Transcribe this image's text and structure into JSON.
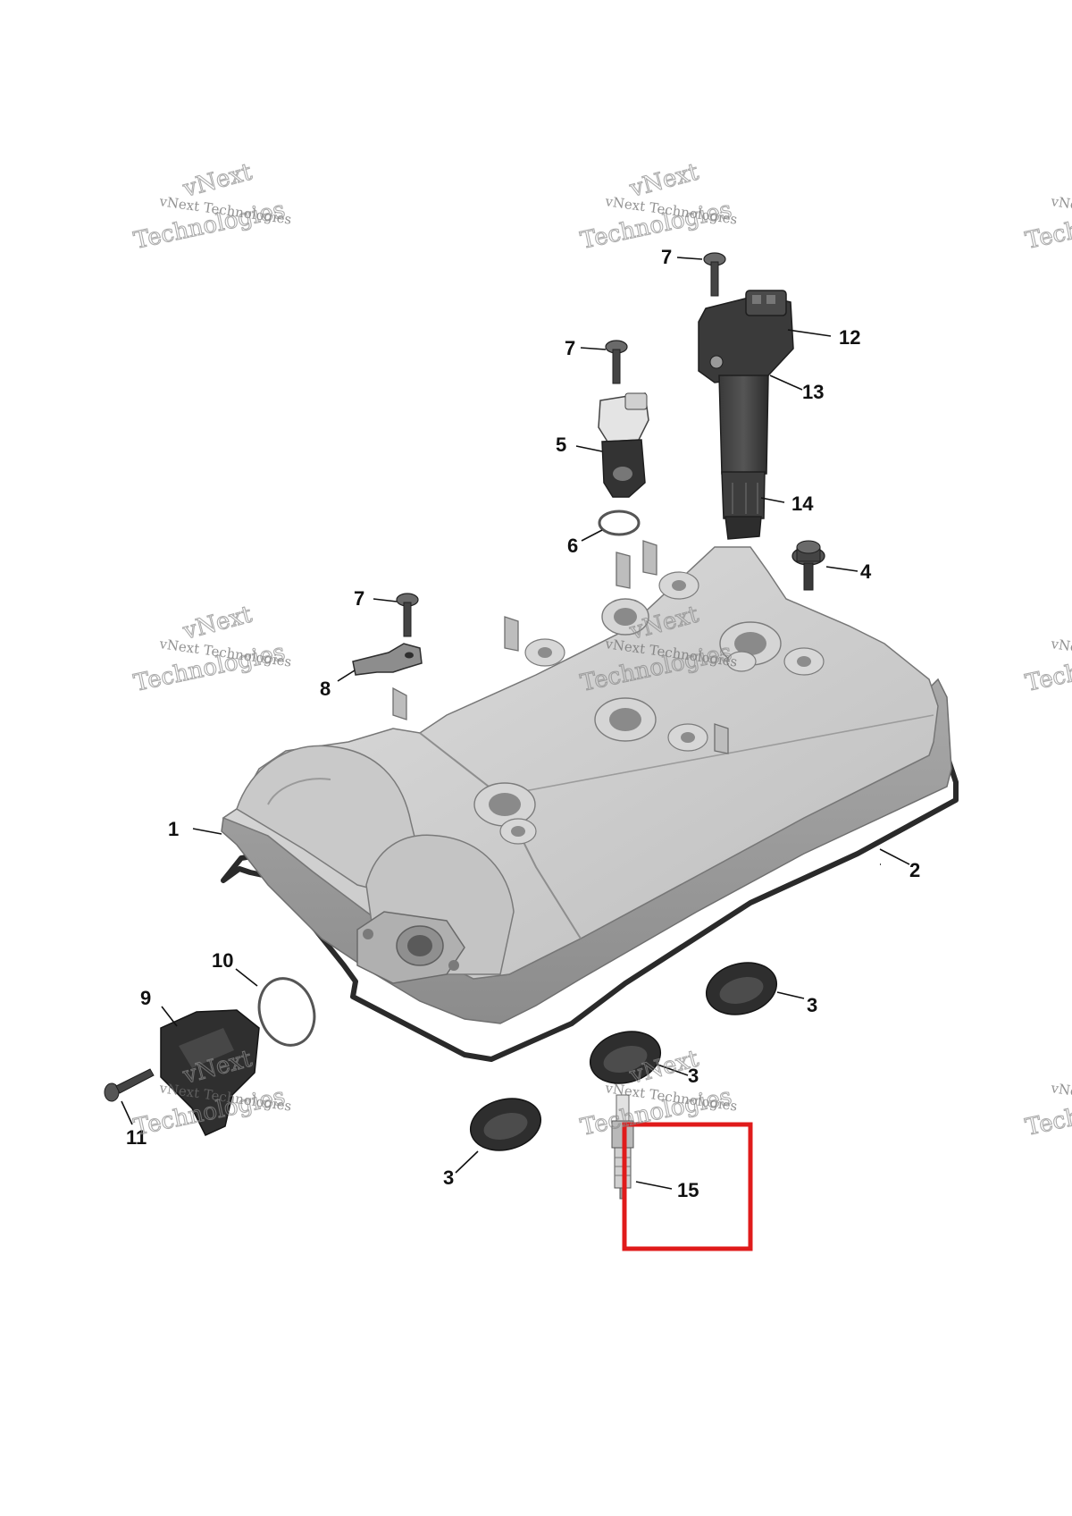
{
  "watermark": {
    "line1": "vNext Technologies",
    "line2": "vNext",
    "line3": "Technologies"
  },
  "callouts": {
    "c1": "1",
    "c2": "2",
    "c3a": "3",
    "c3b": "3",
    "c3c": "3",
    "c4": "4",
    "c5": "5",
    "c6": "6",
    "c7a": "7",
    "c7b": "7",
    "c7c": "7",
    "c8": "8",
    "c9": "9",
    "c10": "10",
    "c11": "11",
    "c12": "12",
    "c13": "13",
    "c14": "14",
    "c15": "15"
  },
  "colors": {
    "highlight": "#e01b1b",
    "cover_light": "#cfcfcf",
    "cover_mid": "#a9a9a9",
    "cover_dark": "#7e7e7e",
    "rubber": "#2a2a2a"
  }
}
